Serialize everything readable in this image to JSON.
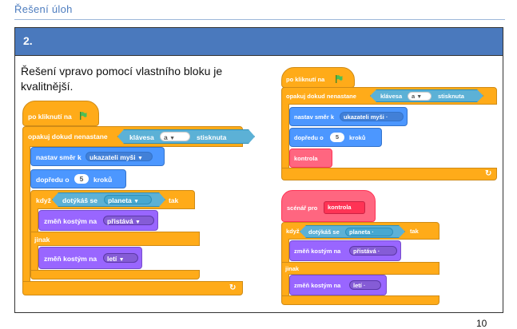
{
  "header": {
    "section_title": "Řešení úloh"
  },
  "task": {
    "number": "2."
  },
  "description": {
    "text": "Řešení vpravo pomocí vlastního bloku je kvalitnější."
  },
  "page_number": "10",
  "blocks": {
    "when_flag": "po kliknutí na",
    "repeat_until": "opakuj dokud nenastane",
    "key_prefix": "klávesa",
    "key_value": "a",
    "key_suffix": "stisknuta",
    "point_towards": "nastav směr k",
    "mouse_pointer": "ukazateli myši",
    "move_prefix": "dopředu o",
    "move_value": "5",
    "move_suffix": "kroků",
    "if_label": "když",
    "touching": "dotýkáš se",
    "planet": "planeta",
    "then_label": "tak",
    "switch_costume": "změň kostým na",
    "landing": "přistává",
    "else_label": "jinak",
    "flying": "letí",
    "custom_call": "kontrola",
    "define_label": "scénář pro",
    "define_name": "kontrola"
  },
  "colors": {
    "events": "#ffab19",
    "motion": "#4c97ff",
    "looks": "#9966ff",
    "sensing": "#5cb1d6",
    "myblocks": "#ff6680",
    "header_bar": "#4a79bd"
  },
  "icons": {
    "flag": "green-flag-icon",
    "loop": "loop-arrow-icon",
    "dropdown": "dropdown-arrow-icon"
  }
}
